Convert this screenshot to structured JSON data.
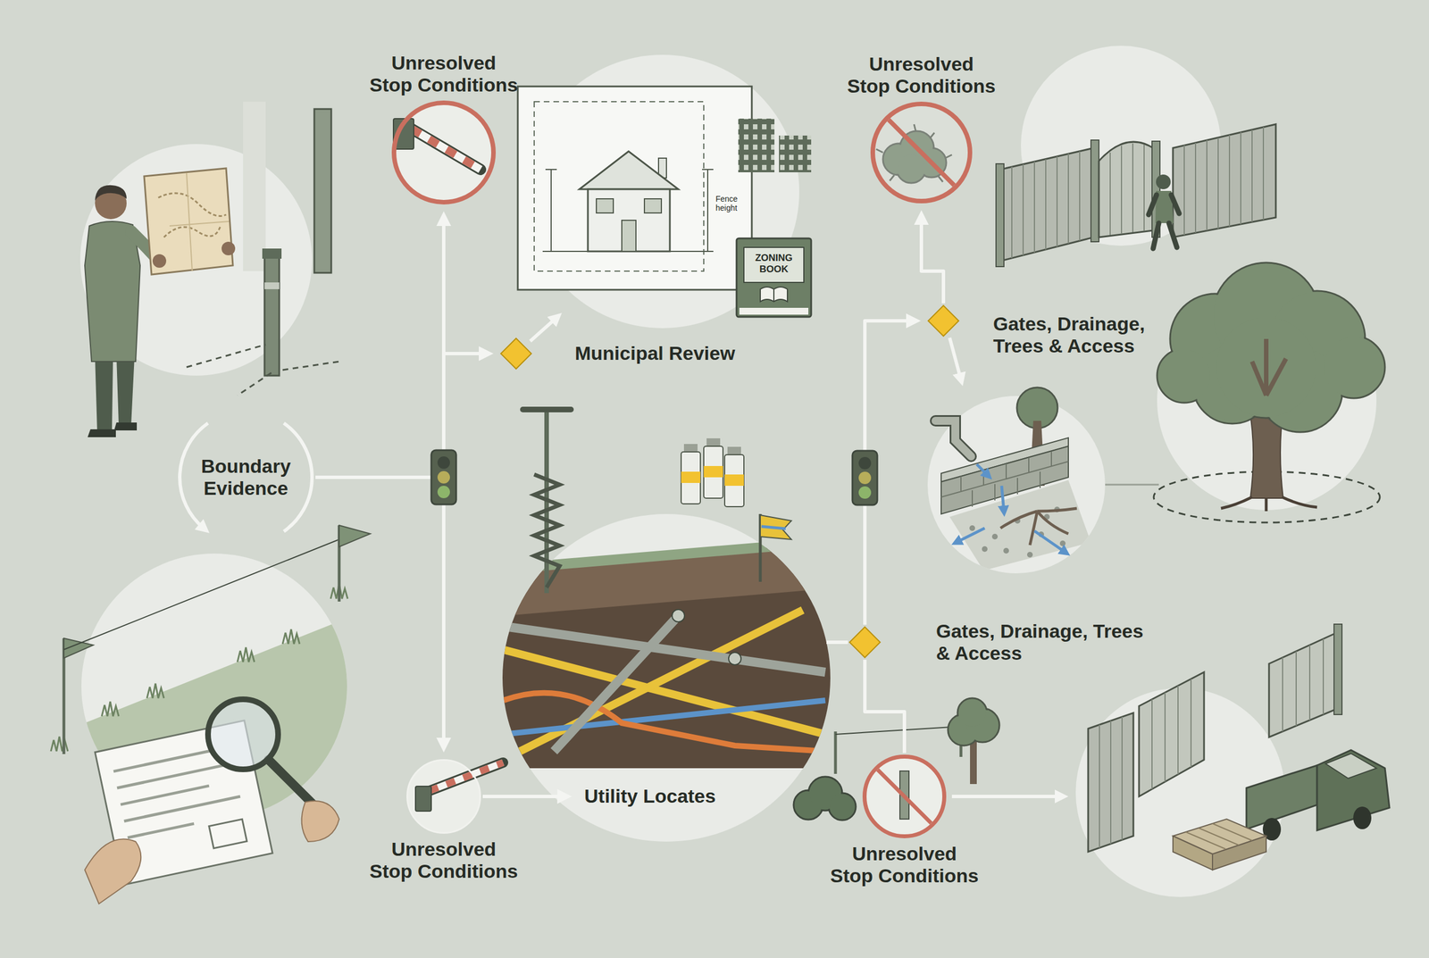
{
  "diagram": {
    "nodes": [
      {
        "text": [
          "Unresolved Stop Conditions"
        ]
      },
      {
        "text": [
          "Boundary Evidence"
        ]
      },
      {
        "text": [
          "Municipal Review"
        ]
      },
      {
        "text": [
          "Unresolved Stop Conditions"
        ]
      },
      {
        "text": [
          "Gates, Drainage, Trees & Access"
        ]
      },
      {
        "text": [
          "Gates, Drainage, Trees & Access"
        ]
      },
      {
        "text": [
          "Utility Locates"
        ]
      },
      {
        "text": [
          "Unresolved Stop Conditions"
        ]
      },
      {
        "text": [
          "Unresolved Stop Conditions"
        ]
      }
    ],
    "edges": [
      {
        "from": 1,
        "to": 0,
        "arrow": "to"
      },
      {
        "from": 1,
        "to": 2,
        "arrow": "to"
      },
      {
        "from": 1,
        "to": 7,
        "arrow": "to"
      },
      {
        "from": 7,
        "to": 6,
        "arrow": "to"
      },
      {
        "from": 5,
        "to": 4,
        "arrow": "to"
      },
      {
        "from": 4,
        "to": 3,
        "arrow": "to"
      },
      {
        "from": 5,
        "to": 8,
        "arrow": "none"
      }
    ],
    "labels": [
      "Fence height",
      "ZONING BOOK"
    ]
  }
}
